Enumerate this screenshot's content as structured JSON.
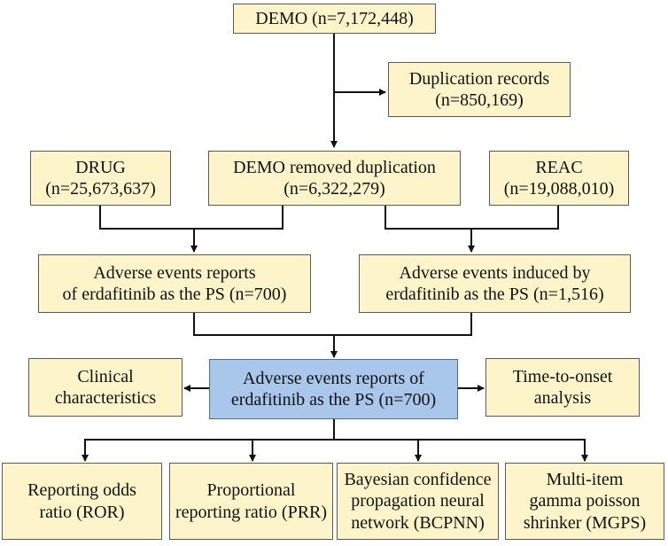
{
  "boxes": {
    "demo": {
      "lines": [
        "DEMO (n=7,172,448)"
      ]
    },
    "dup": {
      "lines": [
        "Duplication records",
        "(n=850,169)"
      ]
    },
    "drug": {
      "lines": [
        "DRUG",
        "(n=25,673,637)"
      ]
    },
    "demo_removed": {
      "lines": [
        "DEMO removed duplication",
        "(n=6,322,279)"
      ]
    },
    "reac": {
      "lines": [
        "REAC",
        "(n=19,088,010)"
      ]
    },
    "ae_reports": {
      "lines": [
        "Adverse events reports",
        "of erdafitinib as the PS (n=700)"
      ]
    },
    "ae_induced": {
      "lines": [
        "Adverse events induced by",
        "erdafitinib as the PS (n=1,516)"
      ]
    },
    "clinical": {
      "lines": [
        "Clinical",
        "characteristics"
      ]
    },
    "central": {
      "lines": [
        "Adverse events reports of",
        "erdafitinib as the PS (n=700)"
      ]
    },
    "tto": {
      "lines": [
        "Time-to-onset",
        "analysis"
      ]
    },
    "ror": {
      "lines": [
        "Reporting odds",
        "ratio (ROR)"
      ]
    },
    "prr": {
      "lines": [
        "Proportional",
        "reporting ratio (PRR)"
      ]
    },
    "bcpnn": {
      "lines": [
        "Bayesian confidence",
        "propagation neural",
        "network (BCPNN)"
      ]
    },
    "mgps": {
      "lines": [
        "Multi-item",
        "gamma poisson",
        "shrinker (MGPS)"
      ]
    }
  },
  "colors": {
    "box_fill": "#fdf5c9",
    "box_border": "#5a5a5a",
    "highlight_fill": "#a9c7ea",
    "highlight_border": "#4b6e98",
    "line": "#111111"
  }
}
